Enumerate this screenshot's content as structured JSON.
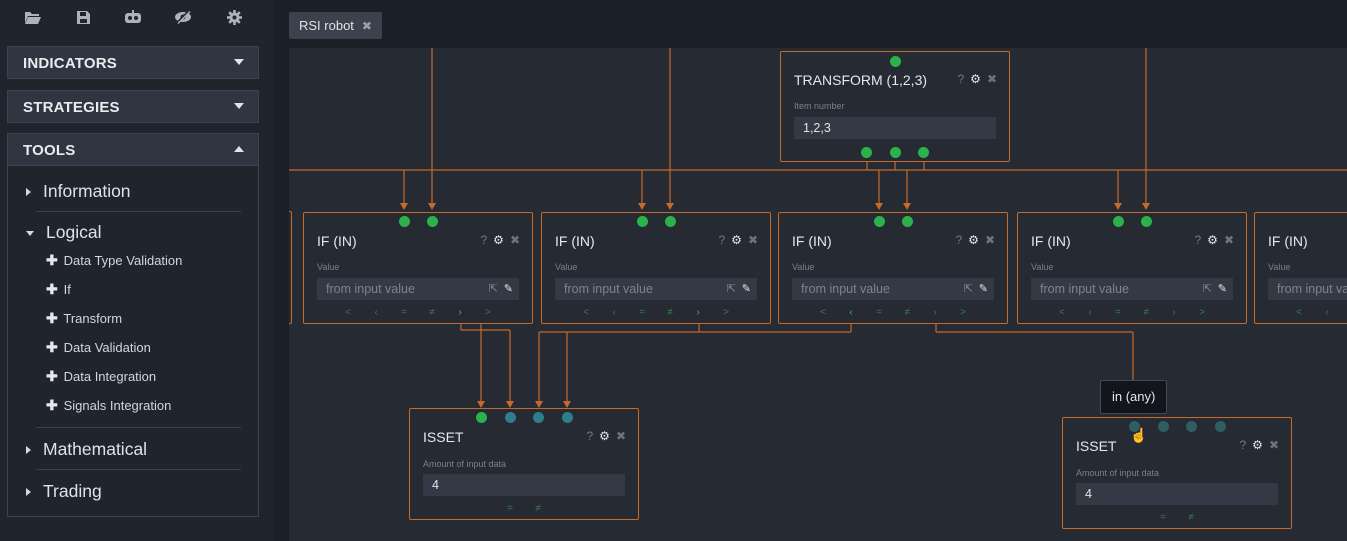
{
  "toolbar": {
    "icons": [
      "folder-open-icon",
      "save-icon",
      "robot-icon",
      "eye-slash-icon",
      "gear-icon"
    ]
  },
  "sidebar": {
    "sections": [
      {
        "label": "INDICATORS",
        "expanded": false
      },
      {
        "label": "STRATEGIES",
        "expanded": false
      },
      {
        "label": "TOOLS",
        "expanded": true
      }
    ],
    "categories": [
      {
        "label": "Information",
        "expanded": false
      },
      {
        "label": "Logical",
        "expanded": true
      },
      {
        "label": "Mathematical",
        "expanded": false
      },
      {
        "label": "Trading",
        "expanded": false
      }
    ],
    "logical_items": [
      "Data Type Validation",
      "If",
      "Transform",
      "Data Validation",
      "Data Integration",
      "Signals Integration"
    ]
  },
  "tab": {
    "label": "RSI robot",
    "close": "✖"
  },
  "nodes": {
    "transform": {
      "title": "TRANSFORM (1,2,3)",
      "field_label": "Item number",
      "value": "1,2,3"
    },
    "if1": {
      "title": "IF (IN)",
      "field_label": "Value",
      "placeholder": "from input value"
    },
    "if2": {
      "title": "IF (IN)",
      "field_label": "Value",
      "placeholder": "from input value"
    },
    "if3": {
      "title": "IF (IN)",
      "field_label": "Value",
      "placeholder": "from input value"
    },
    "if4": {
      "title": "IF (IN)",
      "field_label": "Value",
      "placeholder": "from input value"
    },
    "if5": {
      "title": "IF (IN)",
      "field_label": "Value",
      "placeholder": "from input val"
    },
    "isset1": {
      "title": "ISSET",
      "field_label": "Amount of input data",
      "value": "4"
    },
    "isset2": {
      "title": "ISSET",
      "field_label": "Amount of input data",
      "value": "4"
    }
  },
  "if_ops": [
    "<",
    "‹",
    "=",
    "≠",
    "›",
    ">"
  ],
  "isset_ops": [
    "=",
    "≠"
  ],
  "tooltip": "in (any)",
  "colors": {
    "accent": "#c56a2a",
    "port_green": "#2bb24a",
    "port_teal": "#2f7d8a",
    "panel": "#2f3541"
  }
}
